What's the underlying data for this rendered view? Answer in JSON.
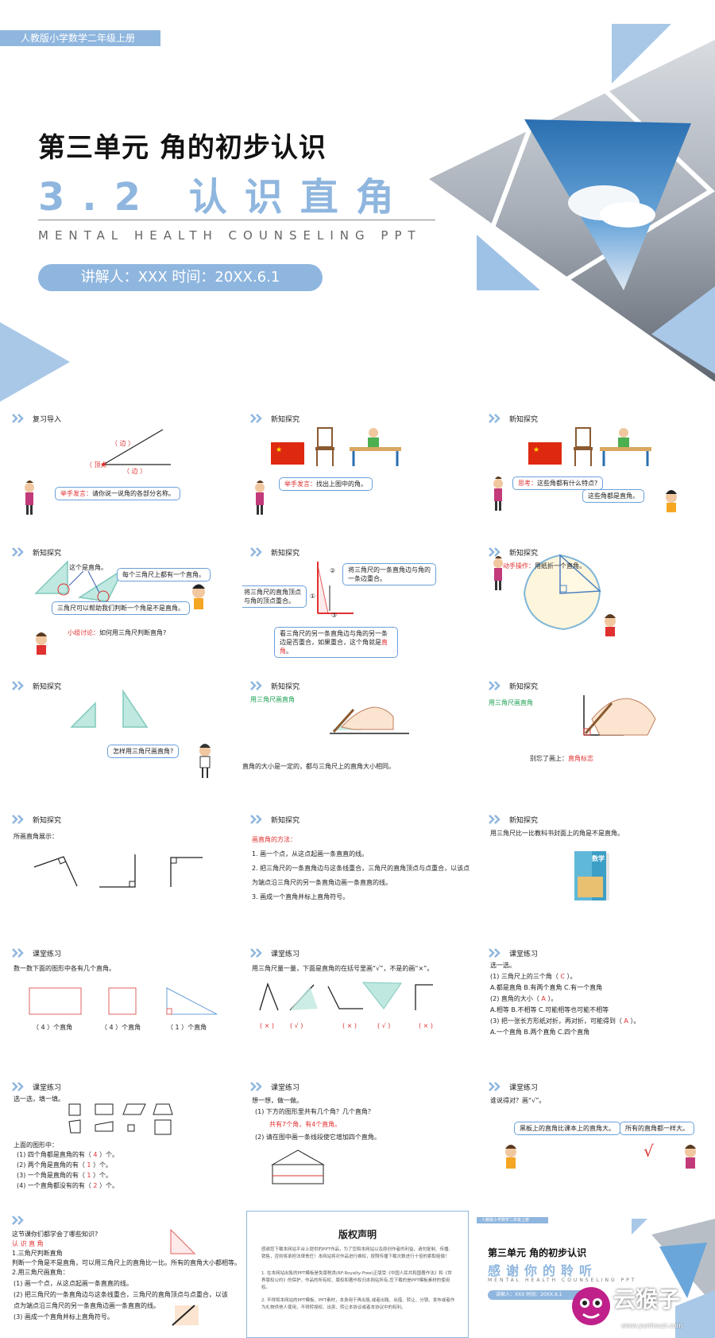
{
  "cover": {
    "tag": "人教版小学数学二年级上册",
    "title_line1": "第三单元  角的初步认识",
    "title_line2": "3.2  认识直角",
    "subtitle": "MENTAL HEALTH COUNSELING PPT",
    "presenter": "讲解人：XXX   时间：20XX.6.1"
  },
  "colors": {
    "accent": "#8fb6de",
    "red": "#e03030",
    "green": "#1aa050",
    "bubble_border": "#6aa0d8"
  },
  "slides": [
    {
      "header": "复习导入",
      "labels": {
        "edge1": "（ 边 ）",
        "vertex": "（ 顶点",
        "edge2": "（ 边 ）",
        "prompt_red": "举手发言：",
        "prompt": "请你说一说角的各部分名称。"
      }
    },
    {
      "header": "新知探究",
      "labels": {
        "prompt_red": "举手发言：",
        "prompt": "找出上图中的角。"
      }
    },
    {
      "header": "新知探究",
      "labels": {
        "prompt_red": "思考：",
        "prompt": "这些角都有什么特点?",
        "answer": "这些角都是直角。"
      }
    },
    {
      "header": "新知探究",
      "labels": {
        "a": "这个是直角。",
        "b": "每个三角尺上都有一个直角。",
        "c": "三角尺可以帮助我们判断一个角是不是直角。",
        "discuss_red": "小组讨论：",
        "discuss": "如何用三角尺判断直角?"
      }
    },
    {
      "header": "新知探究",
      "labels": {
        "n2": "②",
        "step2": "将三角尺的一条直角边与角的一条边重合。",
        "step1": "将三角尺的直角顶点与角的顶点重合。",
        "n1": "①",
        "n3": "③",
        "step3a": "看三角尺的另一条直角边与角的另一条",
        "step3b": "边是否重合，如果重合，这个角就是",
        "step3c": "直角",
        "step3d": "。"
      }
    },
    {
      "header": "新知探究",
      "labels": {
        "action_red": "动手操作：",
        "action": "用纸折一个直角。"
      }
    },
    {
      "header": "新知探究",
      "labels": {
        "q": "怎样用三角尺画直角?"
      }
    },
    {
      "header": "新知探究",
      "labels": {
        "green": "用三角尺画直角",
        "note": "直角的大小是一定的，都与三角尺上的直角大小相同。"
      }
    },
    {
      "header": "新知探究",
      "labels": {
        "green": "用三角尺画直角",
        "forget": "别忘了画上：",
        "mark": "直角标志"
      }
    },
    {
      "header": "新知探究",
      "labels": {
        "show": "所画直角展示："
      }
    },
    {
      "header": "新知探究",
      "labels": {
        "method": "画直角的方法：",
        "s1": "1. 画一个点，从这点起画一条直直的线。",
        "s2": "2. 把三角尺的一条直角边与这条线重合，三角尺的直角顶点与点重合，以该点",
        "s2b": "为端点沿三角尺的另一条直角边画一条直直的线。",
        "s3": "3. 画成一个直角并标上直角符号。"
      }
    },
    {
      "header": "新知探究",
      "labels": {
        "q": "用三角尺比一比教科书封面上的角是不是直角。",
        "book": "数学"
      }
    },
    {
      "header": "课堂练习",
      "labels": {
        "q": "数一数下面的图形中各有几个直角。",
        "a1": "（ 4 ）个直角",
        "a2": "（ 4 ）个直角",
        "a3": "（ 1 ）个直角"
      }
    },
    {
      "header": "课堂练习",
      "labels": {
        "q": "用三角尺量一量，下面是直角的在括号里画“√”，不是的画“×”。",
        "m1": "( × )",
        "m2": "( √ )",
        "m3": "( × )",
        "m4": "( √ )",
        "m5": "( × )"
      }
    },
    {
      "header": "课堂练习",
      "labels": {
        "q": "选一选。",
        "q1": "(1) 三角尺上的三个角（",
        "a1": " C ",
        "q1e": "）。",
        "o1": "A.都是直角  B.有两个直角  C.有一个直角",
        "q2": "(2) 直角的大小（",
        "a2": " A ",
        "q2e": "）。",
        "o2": "A.相等  B.不相等  C.可能相等也可能不相等",
        "q3": "(3) 把一张长方形纸对折，再对折，可能得到（",
        "a3": " A ",
        "q3e": "）。",
        "o3": "A.一个直角  B.两个直角  C.四个直角"
      }
    },
    {
      "header": "课堂练习",
      "labels": {
        "q": "选一选，填一填。",
        "above": "上面的图形中：",
        "l1": "(1) 四个角都是直角的有（",
        "v1": " 4 ",
        "l1e": "）个。",
        "l2": "(2) 两个角是直角的有（",
        "v2": " 1 ",
        "l2e": "）个。",
        "l3": "(3) 一个角是直角的有（",
        "v3": " 1 ",
        "l3e": "）个。",
        "l4": "(4) 一个直角都没有的有（",
        "v4": " 2 ",
        "l4e": "）个。"
      }
    },
    {
      "header": "课堂练习",
      "labels": {
        "q": "想一想，做一做。",
        "q1": "(1) 下方的图形里共有几个角？几个直角？",
        "a1": "共有7个角，有4个直角。",
        "q2": "(2) 请在图中画一条线段使它增加四个直角。"
      }
    },
    {
      "header": "课堂练习",
      "labels": {
        "q": "谁说得对？画“√”。",
        "left": "黑板上的直角比课本上的直角大。",
        "right": "所有的直角都一样大。",
        "check": "√"
      }
    }
  ],
  "summary": {
    "q": "这节课你们都学会了哪些知识?",
    "title": "认 识 直 角",
    "h1": "1.三角尺判断直角",
    "p1": "判断一个角是不是直角，可以用三角尺上的直角比一比。所有的直角大小都相等。",
    "h2": "2.用三角尺画直角：",
    "s1": "(1) 画一个点，从这点起画一条直直的线。",
    "s2": "(2) 把三角尺的一条直角边与这条线重合，三角尺的直角顶点与点重合，以该",
    "s2b": "点为端点沿三角尺的另一条直角边画一条直直的线。",
    "s3": "(3) 画成一个直角并标上直角符号。"
  },
  "copyright": {
    "title": "版权声明",
    "p1": "感谢您下载本网站平台上提供的PPT作品，为了您和本网站以及原创作者的利益，请勿复制、传播、销售，否则将承担法律责任！本网站将对作品进行维权，按照传播下载次数进行十倍的索取赔偿！",
    "p2": "1. 在本网站出售的PPT模板是免版税类(RF:Royalty-Free)正版受《中国人民共和国著作法》和《世界版权公约》的保护，作品的所有权、版权和著作权归本网站所有,您下载的是PPT模板素材的使用权。",
    "p3": "2. 不得将本网站的PPT模板、PPT素材，本身用于再出售,或者出租、出借、转让、分销、发布或者作为礼物供他人使用，不得转授权、出卖、转让本协议或者本协议中的权利。"
  },
  "thanks": {
    "tag": "人教版小学数学二年级上册",
    "title": "第三单元  角的初步认识",
    "big": "感谢你的聆听",
    "sub": "MENTAL HEALTH COUNSELING PPT",
    "presenter": "讲解人：XXX  时间：20XX.6.1"
  },
  "watermark": {
    "text": "云猴子",
    "url": "www.yunhouzi.com"
  }
}
